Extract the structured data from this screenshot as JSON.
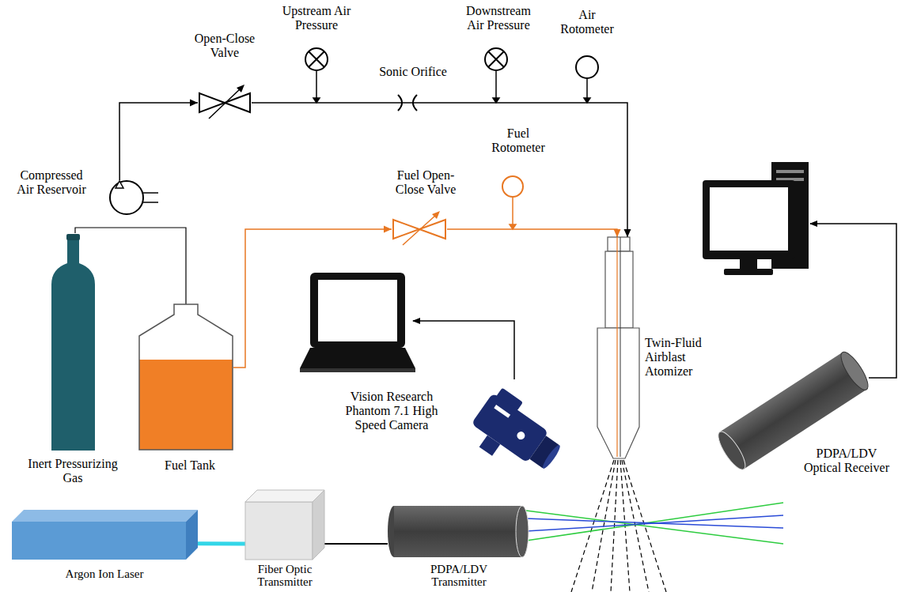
{
  "diagram": {
    "nodes": [
      {
        "text": [
          "Compressed Air Reservoir"
        ]
      },
      {
        "text": [
          "Open-Close Valve"
        ]
      },
      {
        "text": [
          "Upstream Air Pressure"
        ]
      },
      {
        "text": [
          "Sonic Orifice"
        ]
      },
      {
        "text": [
          "Downstream Air Pressure"
        ]
      },
      {
        "text": [
          "Air Rotometer"
        ]
      },
      {
        "text": [
          "Inert Pressurizing Gas"
        ]
      },
      {
        "text": [
          "Fuel Tank"
        ]
      },
      {
        "text": [
          "Fuel Open-Close Valve"
        ]
      },
      {
        "text": [
          "Fuel Rotometer"
        ]
      },
      {
        "text": [
          "Vision Research Phantom 7.1 High Speed Camera"
        ]
      },
      {
        "text": [
          "Twin-Fluid Airblast Atomizer"
        ]
      },
      {
        "text": [
          "PDPA/LDV Optical Receiver"
        ]
      },
      {
        "text": [
          "Argon Ion Laser"
        ]
      },
      {
        "text": [
          "Fiber Optic Transmitter"
        ]
      },
      {
        "text": [
          "PDPA/LDV Transmitter"
        ]
      }
    ],
    "edges": [
      {
        "from": 0,
        "to": 1,
        "arrow": "to"
      },
      {
        "from": 1,
        "to": 3,
        "arrow": "none"
      },
      {
        "from": 3,
        "to": 11,
        "arrow": "to"
      },
      {
        "from": 6,
        "to": 7,
        "arrow": "none"
      },
      {
        "from": 7,
        "to": 8,
        "arrow": "to"
      },
      {
        "from": 8,
        "to": 11,
        "arrow": "to"
      },
      {
        "from": 13,
        "to": 14,
        "arrow": "none"
      },
      {
        "from": 14,
        "to": 15,
        "arrow": "none"
      }
    ]
  }
}
